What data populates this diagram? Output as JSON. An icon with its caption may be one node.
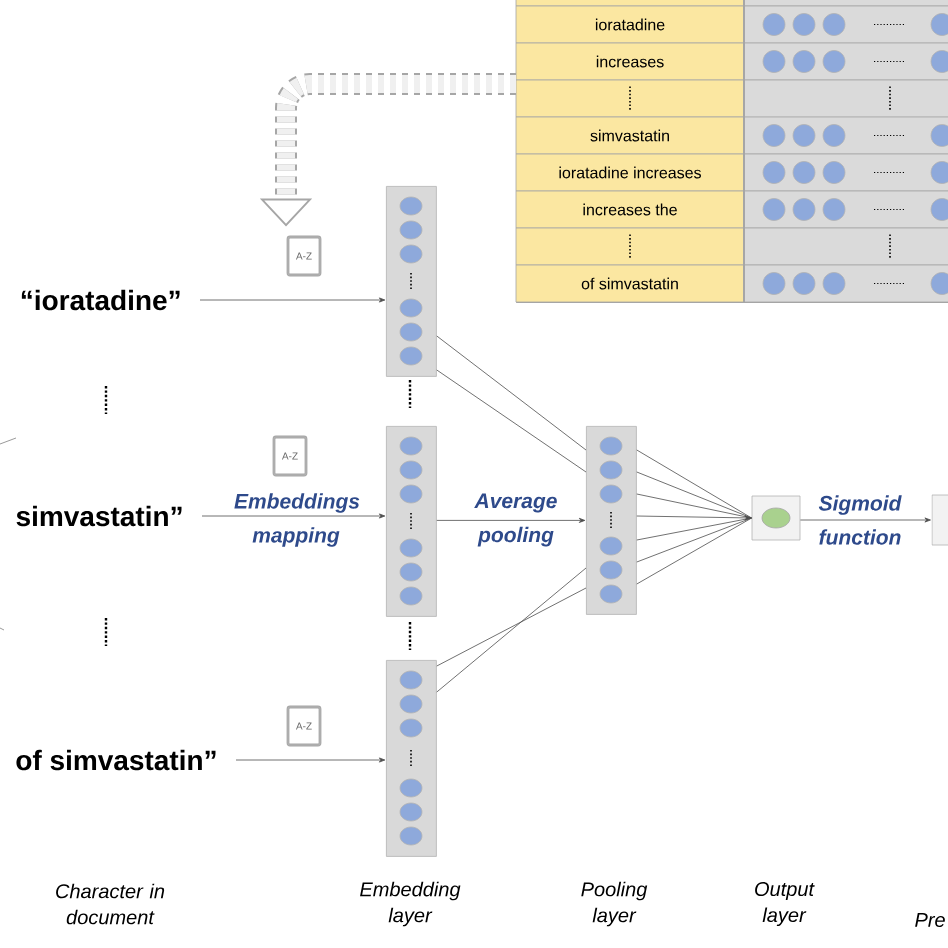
{
  "diagram": {
    "nodes": [
      {
        "text": [
          "ioratadine",
          "increases",
          "simvastatin",
          "ioratadine increases",
          "increases the",
          "of simvastatin"
        ]
      },
      {
        "text": [
          "A-Z"
        ]
      },
      {
        "text": [
          "“ioratadine”"
        ]
      },
      {
        "text": [],
        "shape": "bar"
      },
      {
        "text": [
          "A-Z"
        ]
      },
      {
        "text": [
          "simvastatin”"
        ]
      },
      {
        "text": [],
        "shape": "bar"
      },
      {
        "text": [
          "A-Z"
        ]
      },
      {
        "text": [
          "of simvastatin”"
        ]
      },
      {
        "text": [],
        "shape": "bar"
      },
      {
        "text": [],
        "shape": "bar"
      },
      {
        "text": [],
        "shape": "box"
      },
      {
        "text": [],
        "shape": "box"
      }
    ],
    "edges": [
      {
        "from": 0,
        "to": 1,
        "arrow": "to",
        "style": "dashed"
      },
      {
        "from": 2,
        "to": 3,
        "arrow": "to"
      },
      {
        "from": 5,
        "to": 6,
        "arrow": "to",
        "label": "Embeddings mapping"
      },
      {
        "from": 8,
        "to": 9,
        "arrow": "to"
      },
      {
        "from": 3,
        "to": 10,
        "arrow": "none"
      },
      {
        "from": 3,
        "to": 10,
        "arrow": "none"
      },
      {
        "from": 6,
        "to": 10,
        "arrow": "to",
        "label": "Average pooling"
      },
      {
        "from": 9,
        "to": 10,
        "arrow": "none"
      },
      {
        "from": 9,
        "to": 10,
        "arrow": "none"
      },
      {
        "from": 10,
        "to": 11,
        "arrow": "none"
      },
      {
        "from": 10,
        "to": 11,
        "arrow": "none"
      },
      {
        "from": 10,
        "to": 11,
        "arrow": "none"
      },
      {
        "from": 10,
        "to": 11,
        "arrow": "to"
      },
      {
        "from": 10,
        "to": 11,
        "arrow": "none"
      },
      {
        "from": 10,
        "to": 11,
        "arrow": "none"
      },
      {
        "from": 10,
        "to": 11,
        "arrow": "none"
      },
      {
        "from": 11,
        "to": 12,
        "arrow": "to",
        "label": "Sigmoid function"
      }
    ],
    "labels": [
      "Character in document",
      "Embedding layer",
      "Pooling layer",
      "Output layer",
      "Pre"
    ]
  }
}
